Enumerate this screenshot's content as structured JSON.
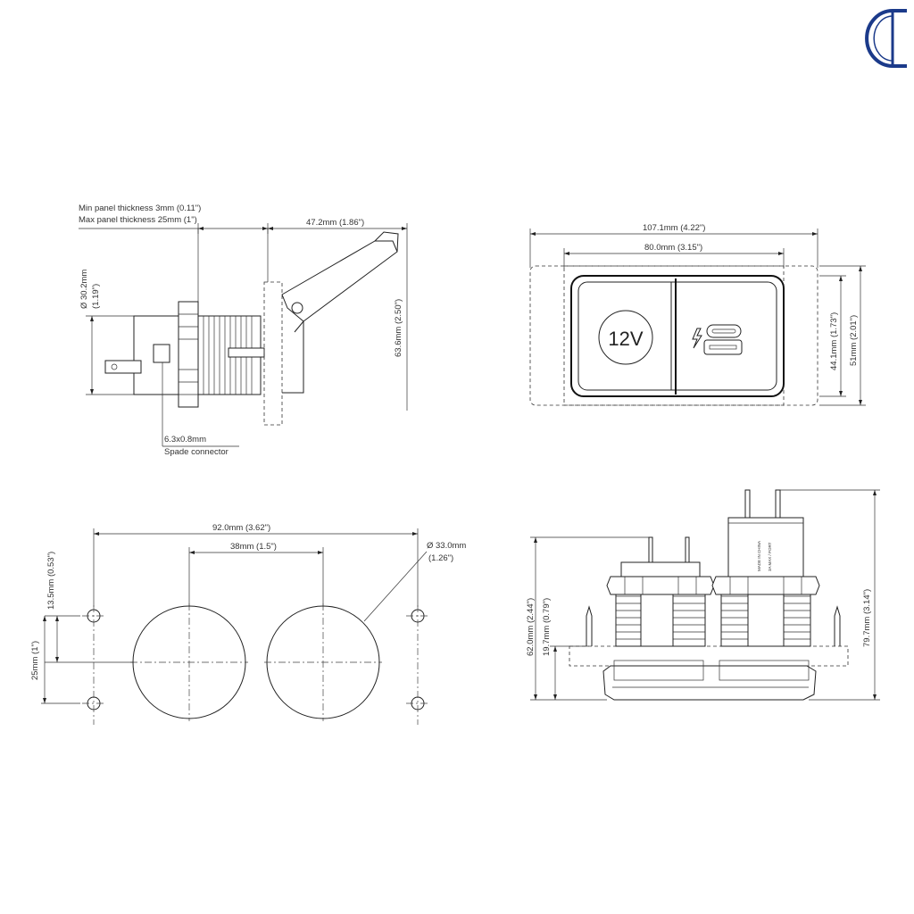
{
  "logo": {
    "name": "brand-logo",
    "color": "#1b3a8a"
  },
  "side_view": {
    "min_panel": "Min panel thickness 3mm (0.11\")",
    "max_panel": "Max panel thickness 25mm (1\")",
    "depth": "47.2mm (1.86\")",
    "diameter_mm": "Ø 30.2mm",
    "diameter_in": "(1.19\")",
    "height": "63.6mm (2.50\")",
    "spade_size": "6.3x0.8mm",
    "spade_label": "Spade connector"
  },
  "front_view": {
    "outer_width": "107.1mm (4.22\")",
    "inner_width": "80.0mm (3.15\")",
    "inner_height": "44.1mm (1.73\")",
    "outer_height": "51mm (2.01\")",
    "socket_label": "12V"
  },
  "cutout_view": {
    "overall_width": "92.0mm (3.62\")",
    "center_spacing": "38mm (1.5\")",
    "hole_diameter_mm": "Ø 33.0mm",
    "hole_diameter_in": "(1.26\")",
    "top_offset": "13.5mm (0.53\")",
    "vertical_spacing": "25mm (1\")"
  },
  "rear_view": {
    "depth_left": "62.0mm (2.44\")",
    "panel_depth": "19.7mm (0.79\")",
    "total_height": "79.7mm (3.14\")",
    "label_made_in": "MADE IN CHINA",
    "label_port": "3A MAX / PORT"
  }
}
